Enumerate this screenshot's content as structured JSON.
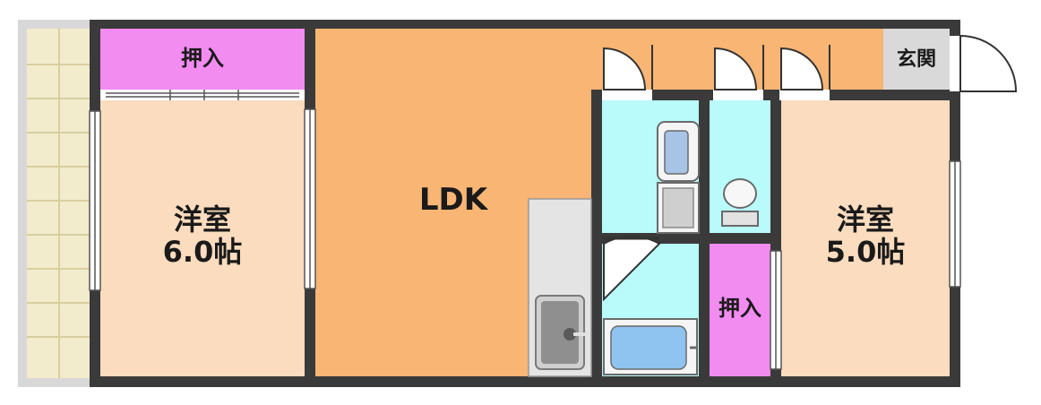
{
  "rooms": {
    "western_left": {
      "name": "洋室",
      "size": "6.0帖"
    },
    "closet_top": {
      "name": "押入"
    },
    "ldk": {
      "name": "LDK"
    },
    "entrance": {
      "name": "玄関"
    },
    "western_right": {
      "name": "洋室",
      "size": "5.0帖"
    },
    "closet_bottom": {
      "name": "押入"
    }
  },
  "colors": {
    "wall": "#3a3a3a",
    "balcony": "#f2eccd",
    "western_room": "#fbdcbe",
    "ldk": "#f8b574",
    "closet": "#f38cf0",
    "wet_area": "#b9fbfb",
    "entrance": "#d9d9d9",
    "kitchen": "#e4e4e4"
  }
}
